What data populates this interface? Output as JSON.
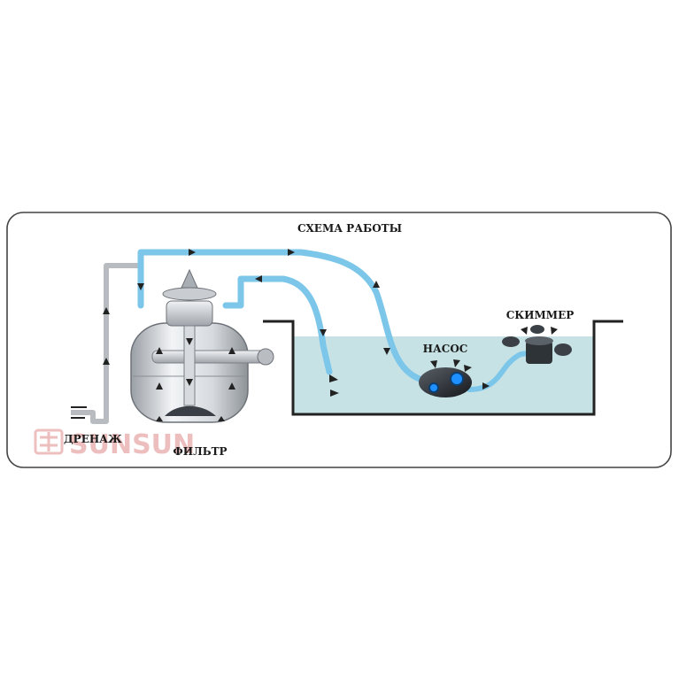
{
  "diagram": {
    "title": "СХЕМА РАБОТЫ",
    "labels": {
      "drain": "ДРЕНАЖ",
      "filter": "ФИЛЬТР",
      "pump": "НАСОС",
      "skimmer": "СКИММЕР"
    },
    "watermark": "SUNSUN",
    "colors": {
      "pipe": "#7cc6ea",
      "water": "#c6e2e5",
      "frame": "#444444",
      "pump_accent": "#1e90ff",
      "watermark": "#e8a9a9"
    }
  }
}
